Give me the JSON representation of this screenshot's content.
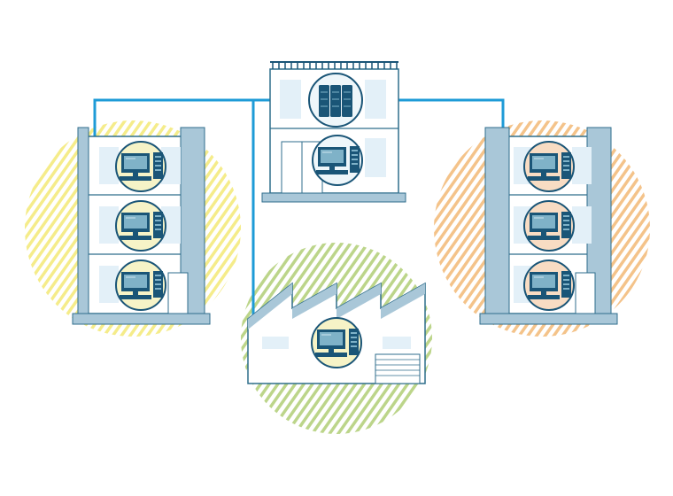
{
  "colors": {
    "background": "#ffffff",
    "network_cable": "#1e9bd7",
    "building_outline": "#2f6e8c",
    "building_column": "#a9c7d8",
    "window": "#e3f0f8",
    "device_dark": "#1a5577",
    "screen": "#7fb2c8",
    "badge_yellow": "#f6f3c7",
    "badge_peach": "#f8dcc3",
    "badge_light": "#eef6fa",
    "hatch_yellow": "#f5ec8a",
    "hatch_orange": "#f4c38a",
    "hatch_green": "#bcd58a"
  },
  "nodes": [
    {
      "name": "left-office-building",
      "hatch": "hatch_yellow",
      "badge": "badge_yellow",
      "workstations": 3,
      "icon": "workstation-icon"
    },
    {
      "name": "headquarters-building",
      "badge": "badge_light",
      "servers": 1,
      "workstations": 1,
      "icon": "server-rack-icon"
    },
    {
      "name": "right-office-building",
      "hatch": "hatch_orange",
      "badge": "badge_peach",
      "workstations": 3,
      "icon": "workstation-icon"
    },
    {
      "name": "factory-building",
      "hatch": "hatch_green",
      "badge": "badge_yellow",
      "workstations": 1,
      "icon": "workstation-icon"
    }
  ]
}
